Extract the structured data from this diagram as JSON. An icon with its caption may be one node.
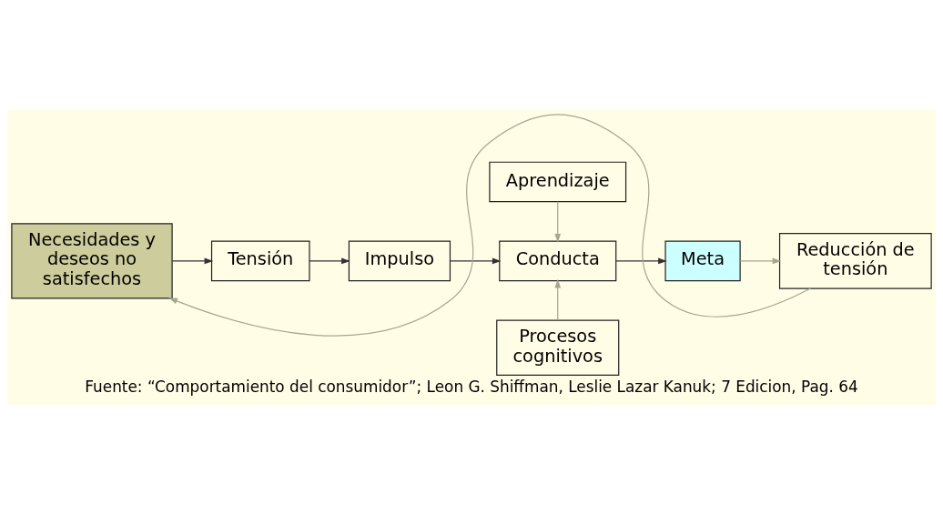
{
  "diagram": {
    "caption": "Fuente: “Comportamiento del consumidor”; Leon G. Shiffman, Leslie Lazar Kanuk; 7 Edicion, Pag. 64",
    "nodes": [
      {
        "text": [
          "Necesidades y deseos no satisfechos"
        ]
      },
      {
        "text": [
          "Tensión"
        ]
      },
      {
        "text": [
          "Impulso"
        ]
      },
      {
        "text": [
          "Aprendizaje"
        ]
      },
      {
        "text": [
          "Conducta"
        ]
      },
      {
        "text": [
          "Meta"
        ]
      },
      {
        "text": [
          "Procesos cognitivos"
        ]
      },
      {
        "text": [
          "Reducción de tensión"
        ]
      }
    ],
    "edges": [
      {
        "from": 0,
        "to": 1,
        "arrow": "to"
      },
      {
        "from": 1,
        "to": 2,
        "arrow": "to"
      },
      {
        "from": 2,
        "to": 4,
        "arrow": "to"
      },
      {
        "from": 3,
        "to": 4,
        "arrow": "to",
        "color": "#a6a68f"
      },
      {
        "from": 6,
        "to": 4,
        "arrow": "to",
        "color": "#a6a68f"
      },
      {
        "from": 4,
        "to": 5,
        "arrow": "to"
      },
      {
        "from": 5,
        "to": 7,
        "arrow": "to",
        "color": "#a6a68f"
      },
      {
        "from": 7,
        "to": 0,
        "arrow": "to",
        "color": "#a6a68f"
      }
    ]
  }
}
